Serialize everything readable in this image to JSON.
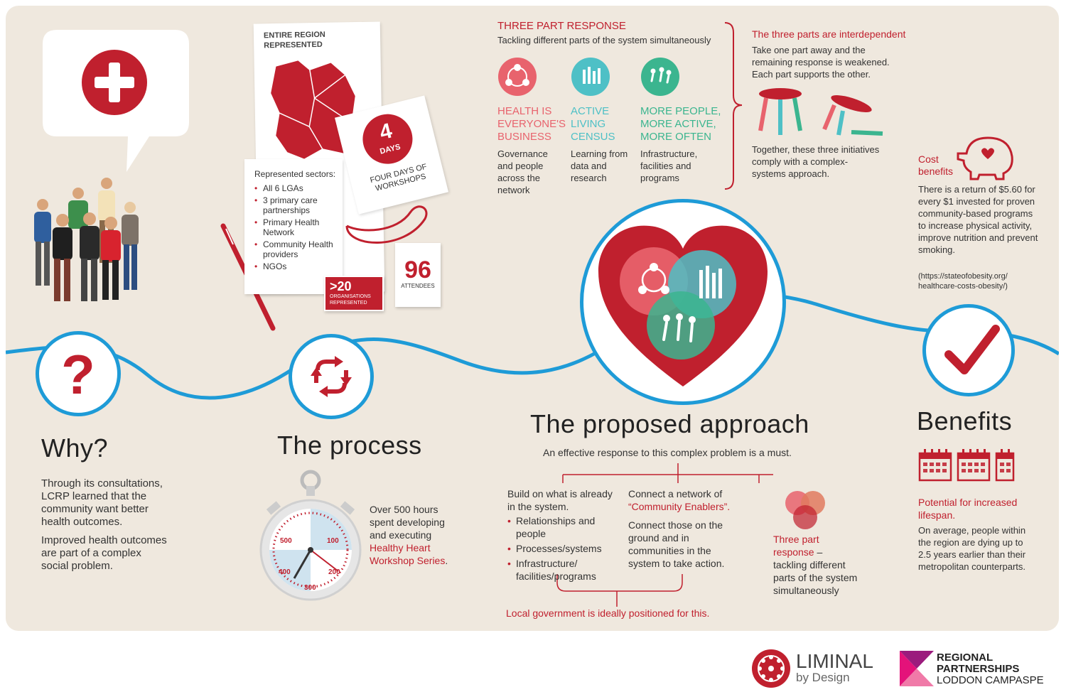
{
  "colors": {
    "accent_red": "#c0202e",
    "pink": "#e8636d",
    "teal": "#4ec0c6",
    "green": "#3bb58f",
    "blue_line": "#1e9bd7",
    "background": "#efe8de"
  },
  "icons": [
    "first-aid-cross-icon",
    "question-mark-icon",
    "refresh-cycle-icon",
    "checkmark-icon",
    "stopwatch-icon",
    "piggy-bank-icon",
    "calendar-icon",
    "stool-icon",
    "pen-icon",
    "map-icon"
  ],
  "region": {
    "map_title": "ENTIRE REGION REPRESENTED",
    "sectors_title": "Represented sectors:",
    "sectors": [
      "All 6 LGAs",
      "3 primary care partnerships",
      "Primary Health Network",
      "Community Health providers",
      "NGOs"
    ],
    "days_number": "4",
    "days_word": "DAYS",
    "days_caption": "FOUR DAYS OF WORKSHOPS",
    "orgs_number": ">20",
    "orgs_caption": "ORGANISATIONS REPRESENTED",
    "attendees_number": "96",
    "attendees_caption": "ATTENDEES"
  },
  "three_part": {
    "title": "THREE PART RESPONSE",
    "subtitle": "Tackling different parts of the system simultaneously",
    "parts": [
      {
        "heading": "HEALTH IS EVERYONE'S BUSINESS",
        "text": "Governance and people across the network"
      },
      {
        "heading": "ACTIVE LIVING CENSUS",
        "text": "Learning from data and research"
      },
      {
        "heading": "MORE PEOPLE, MORE ACTIVE, MORE OFTEN",
        "text": "Infrastructure, facilities and programs"
      }
    ]
  },
  "interdependent": {
    "title": "The three parts are interdependent",
    "text": "Take one part away and the remaining response is weakened. Each part supports the other.",
    "together": "Together, these three initiatives comply with a complex-systems approach."
  },
  "cost": {
    "title": "Cost benefits",
    "text": "There is a return of $5.60 for every $1 invested for proven community-based programs to increase physical activity, improve nutrition and prevent smoking.",
    "source": "(https://stateofobesity.org/ healthcare-costs-obesity/)"
  },
  "why": {
    "title": "Why?",
    "p1": "Through its consultations, LCRP learned that the community want better health outcomes.",
    "p2": "Improved health outcomes are part of a complex social problem."
  },
  "process": {
    "title": "The process",
    "text_before": "Over 500 hours spent developing and executing ",
    "highlight": "Healthy Heart Workshop Series",
    "text_after": ".",
    "stopwatch_labels": [
      "500",
      "100",
      "400",
      "200",
      "300"
    ]
  },
  "approach": {
    "title": "The proposed approach",
    "subtitle": "An effective response to this complex problem is a must.",
    "left_intro": "Build on what is already in the system.",
    "left_bullets": [
      "Relationships and people",
      "Processes/systems",
      "Infrastructure/ facilities/programs"
    ],
    "mid_intro": "Connect a network of",
    "mid_highlight": "“Community Enablers”.",
    "mid_text": "Connect those on the ground and in communities in the system to take action.",
    "right_highlight": "Three part response",
    "right_text": "– tackling different parts of the system simultaneously",
    "footer": "Local government is ideally positioned for this."
  },
  "benefits": {
    "title": "Benefits",
    "highlight": "Potential for increased lifespan.",
    "text": "On average, people within the region are dying up to 2.5 years earlier than their metropolitan counterparts."
  },
  "logos": {
    "liminal_name": "LIMINAL",
    "liminal_sub": "by Design",
    "rp_line1": "REGIONAL",
    "rp_line2": "PARTNERSHIPS",
    "rp_line3": "LODDON CAMPASPE"
  }
}
